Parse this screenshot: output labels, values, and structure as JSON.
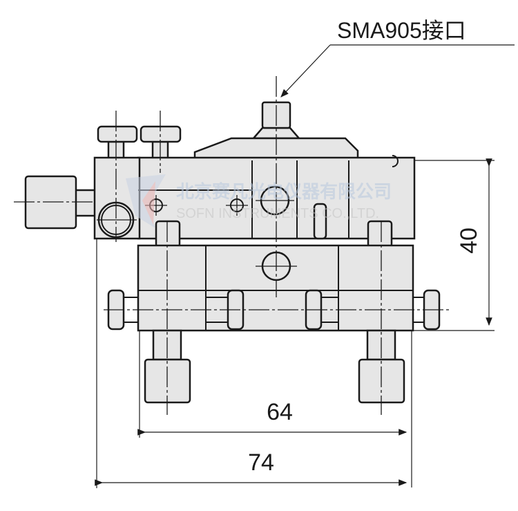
{
  "callout": {
    "label": "SMA905接口"
  },
  "dimensions": {
    "height": "40",
    "inner_width": "64",
    "outer_width": "74"
  },
  "watermark": {
    "company_cn": "北京赛凡光电仪器有限公司",
    "company_en": "SOFN INSTRUMENTS CO.,LTD."
  },
  "colors": {
    "part_fill": "#e6e6e6",
    "line": "#1a1a1a",
    "watermark": "#c8d6e6"
  }
}
